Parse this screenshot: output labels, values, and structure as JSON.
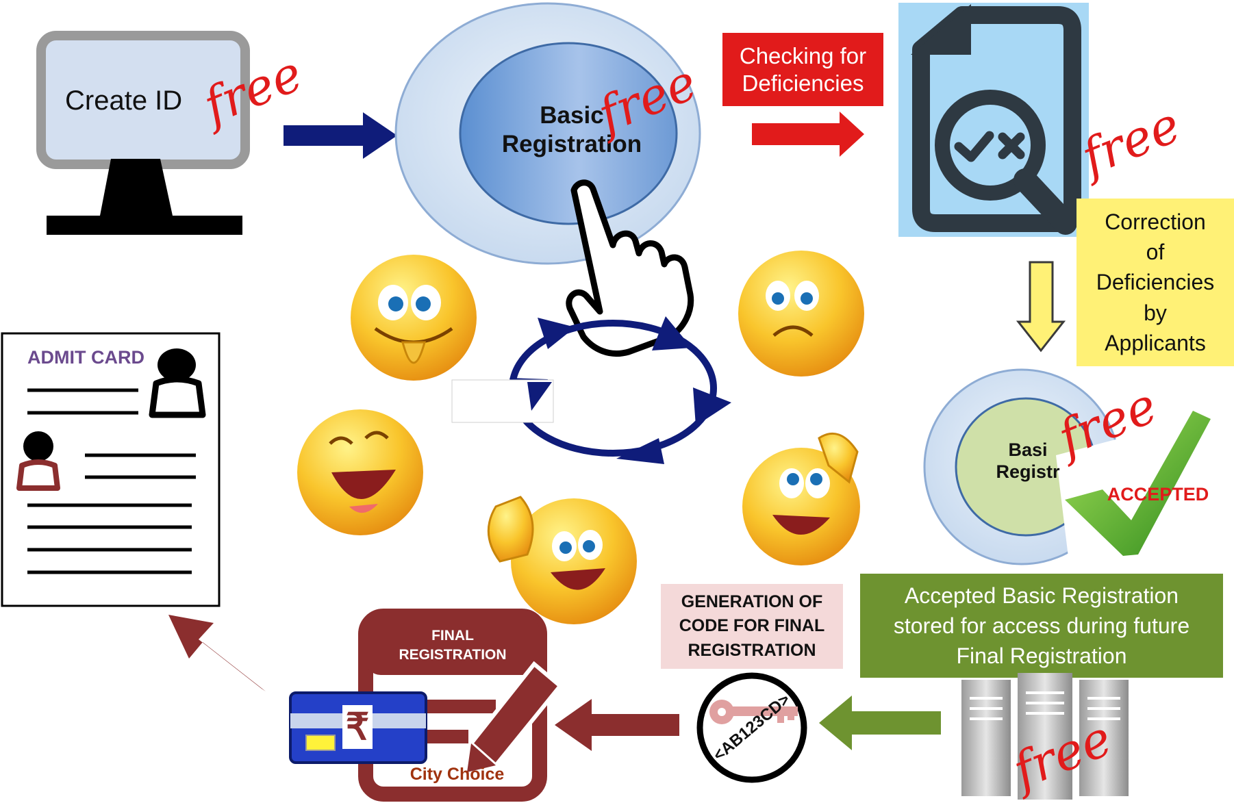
{
  "steps": {
    "create_id": "Create ID",
    "basic_registration": "Basic\nRegistration",
    "checking": "Checking for\nDeficiencies",
    "correction": "Correction\nof\nDeficiencies\nby\nApplicants",
    "accepted_stamp": "ACCEPTED",
    "stored": "Accepted Basic Registration\nstored for access during  future\nFinal Registration",
    "code_generation": "GENERATION OF\nCODE FOR FINAL\nREGISTRATION",
    "key_code": "<AB123CD>",
    "final_registration": "FINAL\nREGISTRATION",
    "city_choice": "City Choice",
    "admit_card": "ADMIT CARD",
    "free_badge": "free",
    "accepted_circle_partial": "Basi\nRegistr"
  },
  "colors": {
    "navy_arrow": "#0f1c7a",
    "red": "#e11b1b",
    "yellow_note": "#fff176",
    "olive_green": "#6e9330",
    "maroon": "#8b2e2e",
    "doc_bg": "#a8d8f5",
    "bubble_light": "#d6e4f5",
    "emoji_yellow": "#f7b51e"
  },
  "icons": [
    "monitor-icon",
    "pointing-hand-icon",
    "document-search-icon",
    "server-icon",
    "key-icon",
    "payment-card-icon",
    "pencil-icon",
    "person-icon",
    "checkmark-icon",
    "cycle-arrows-icon",
    "emoji-icon"
  ]
}
